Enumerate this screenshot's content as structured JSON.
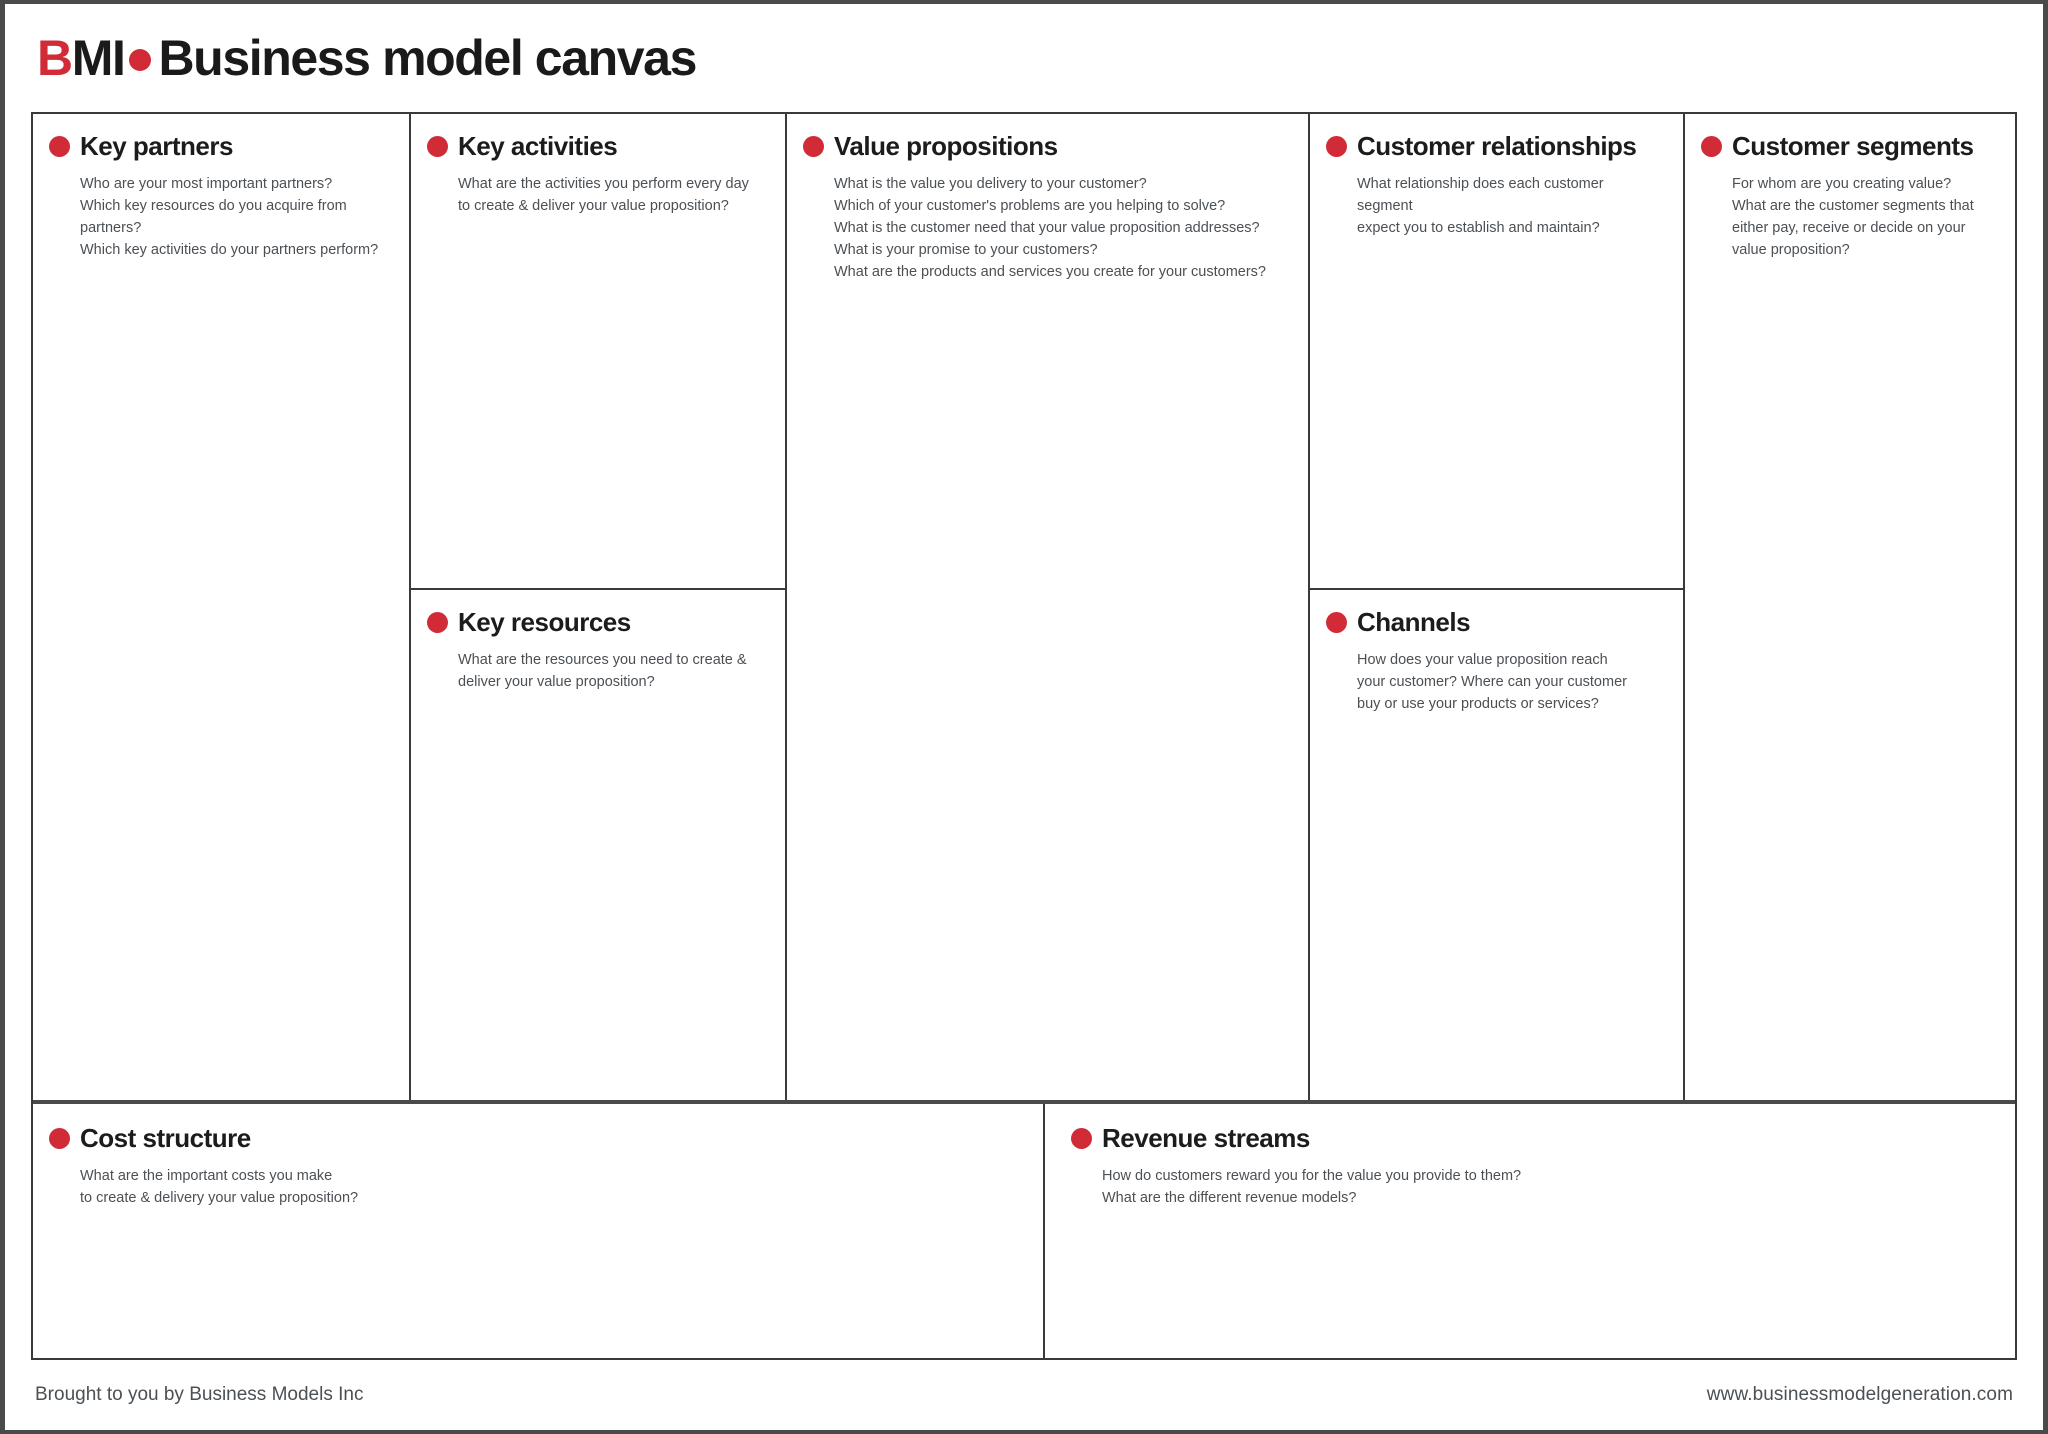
{
  "header": {
    "brand_b": "B",
    "brand_mi": "MI",
    "brand_dot": "bullet-dot",
    "title": "Business model canvas"
  },
  "blocks": {
    "key_partners": {
      "title": "Key partners",
      "lines": [
        "Who are your most important partners?",
        "Which key resources do you acquire from partners?",
        "Which key activities do your partners perform?"
      ]
    },
    "key_activities": {
      "title": "Key activities",
      "lines": [
        "What are the activities you perform every day",
        "to create & deliver your value proposition?"
      ]
    },
    "key_resources": {
      "title": "Key resources",
      "lines": [
        "What are the resources you need to create &",
        "deliver your value proposition?"
      ]
    },
    "value_propositions": {
      "title": "Value propositions",
      "lines": [
        "What is the value you delivery to your customer?",
        "Which of your customer's problems are you helping to solve?",
        "What is the customer need that your value proposition addresses?",
        "What is your promise to your customers?",
        "What are the products and services you create for your customers?"
      ]
    },
    "customer_relationships": {
      "title": "Customer relationships",
      "lines": [
        "What relationship does each customer segment",
        "expect you to establish and maintain?"
      ]
    },
    "channels": {
      "title": "Channels",
      "lines": [
        "How does your value proposition reach",
        "your customer? Where can your customer",
        "buy or use your products or services?"
      ]
    },
    "customer_segments": {
      "title": "Customer segments",
      "lines": [
        "For whom are you creating value?",
        "What are the customer segments that",
        "either pay, receive or decide on your",
        "value proposition?"
      ]
    },
    "cost_structure": {
      "title": "Cost structure",
      "lines": [
        "What are the important costs you make",
        "to create & delivery your value proposition?"
      ]
    },
    "revenue_streams": {
      "title": "Revenue streams",
      "lines": [
        "How do customers reward you for the value you provide to them?",
        "What are the different revenue models?"
      ]
    }
  },
  "footer": {
    "left": "Brought to you by Business Models Inc",
    "right": "www.businessmodelgeneration.com"
  },
  "colors": {
    "accent_red": "#D12B38",
    "text_dark": "#1c1c1c",
    "text_body": "#4b5055",
    "border": "#3a3a3a"
  }
}
